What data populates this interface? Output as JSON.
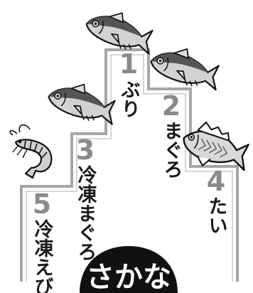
{
  "title": "さかな",
  "ranks": [
    {
      "num": "1",
      "name": "ぶり"
    },
    {
      "num": "2",
      "name": "まぐろ"
    },
    {
      "num": "3",
      "name": "冷凍まぐろ"
    },
    {
      "num": "4",
      "name": "たい"
    },
    {
      "num": "5",
      "name": "冷凍えび"
    }
  ],
  "icons": [
    "tuna-icon",
    "fish-icon",
    "shrimp-icon"
  ],
  "colors": {
    "outline": "#a6a6a6",
    "rank_number": "#8a8a8a",
    "text": "#1a1a1a",
    "title_bg": "#111111"
  }
}
